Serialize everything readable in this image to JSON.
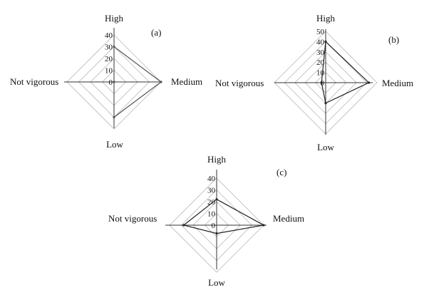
{
  "chart_data": [
    {
      "type": "radar",
      "panel_label": "(a)",
      "categories": [
        "High",
        "Medium",
        "Low",
        "Not vigorous"
      ],
      "tick_labels": [
        "0",
        "10",
        "20",
        "30",
        "40"
      ],
      "rlim": [
        0,
        40
      ],
      "grid": true,
      "series": [
        {
          "values": [
            30,
            40,
            30,
            0
          ],
          "color": "#555555"
        }
      ]
    },
    {
      "type": "radar",
      "panel_label": "(b)",
      "categories": [
        "High",
        "Medium",
        "Low",
        "Not vigorous"
      ],
      "tick_labels": [
        "0",
        "10",
        "20",
        "30",
        "40",
        "50"
      ],
      "rlim": [
        0,
        50
      ],
      "grid": true,
      "series": [
        {
          "values": [
            40,
            42,
            20,
            4
          ],
          "color": "#222222"
        }
      ]
    },
    {
      "type": "radar",
      "panel_label": "(c)",
      "categories": [
        "High",
        "Medium",
        "Low",
        "Not vigorous"
      ],
      "tick_labels": [
        "0",
        "10",
        "20",
        "30",
        "40"
      ],
      "rlim": [
        0,
        40
      ],
      "grid": true,
      "series": [
        {
          "values": [
            22,
            40,
            7,
            28
          ],
          "color": "#222222"
        }
      ]
    }
  ]
}
